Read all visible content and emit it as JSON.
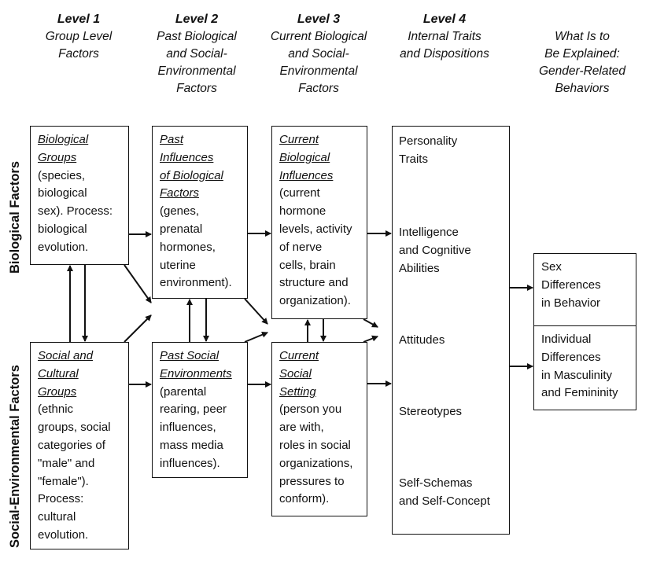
{
  "headers": [
    {
      "level": "Level 1",
      "lines": [
        "Group Level",
        "Factors"
      ]
    },
    {
      "level": "Level 2",
      "lines": [
        "Past Biological",
        "and Social-",
        "Environmental",
        "Factors"
      ]
    },
    {
      "level": "Level 3",
      "lines": [
        "Current Biological",
        "and Social-",
        "Environmental",
        "Factors"
      ]
    },
    {
      "level": "Level 4",
      "lines": [
        "Internal Traits",
        "and Dispositions"
      ]
    },
    {
      "level": "",
      "lines": [
        "What Is to",
        "Be Explained:",
        "Gender-Related",
        "Behaviors"
      ]
    }
  ],
  "side_labels": {
    "biological": "Biological Factors",
    "social": "Social-Environmental Factors"
  },
  "boxes": {
    "bio_groups": {
      "title": [
        "Biological",
        "Groups"
      ],
      "body": [
        "(species,",
        "biological",
        "sex). Process:",
        "biological",
        "evolution."
      ]
    },
    "past_bio": {
      "title": [
        "Past",
        "Influences",
        "of Biological",
        "Factors"
      ],
      "body": [
        "(genes,",
        "prenatal",
        "hormones,",
        "uterine",
        "environment)."
      ]
    },
    "current_bio": {
      "title": [
        "Current",
        "Biological",
        "Influences"
      ],
      "body": [
        "(current",
        "hormone",
        "levels, activity",
        "of nerve",
        "cells, brain",
        "structure and",
        "organization)."
      ]
    },
    "social_groups": {
      "title": [
        "Social and",
        "Cultural",
        "Groups"
      ],
      "body": [
        "(ethnic",
        "groups, social",
        "categories of",
        "\"male\"  and",
        "\"female\").",
        "Process:",
        "cultural",
        "evolution."
      ]
    },
    "past_social": {
      "title": [
        "Past Social",
        "Environments"
      ],
      "body": [
        "(parental",
        "rearing, peer",
        "influences,",
        "mass media",
        "influences)."
      ]
    },
    "current_social": {
      "title": [
        "Current",
        "Social",
        "Setting"
      ],
      "body": [
        "(person you",
        "are with,",
        "roles in social",
        "organizations,",
        "pressures to",
        "conform)."
      ]
    }
  },
  "level4_items": [
    [
      "Personality",
      "Traits"
    ],
    [
      "Intelligence",
      "and Cognitive",
      "Abilities"
    ],
    [
      "Attitudes"
    ],
    [
      "Stereotypes"
    ],
    [
      "Self-Schemas",
      "and Self-Concept"
    ]
  ],
  "outcomes": {
    "sex_diff": [
      "Sex",
      "Differences",
      "in Behavior"
    ],
    "indiv_diff": [
      "Individual",
      "Differences",
      "in Masculinity",
      "and Femininity"
    ]
  }
}
